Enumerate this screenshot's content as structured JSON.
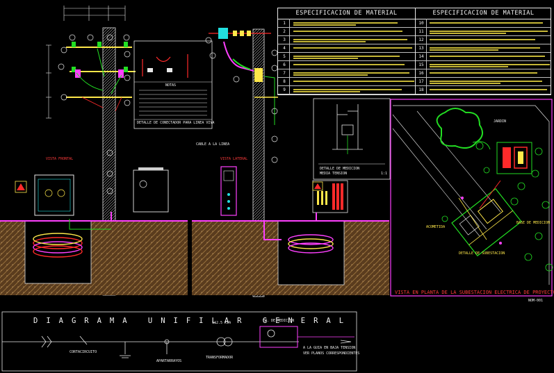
{
  "spec_table": {
    "header_left": "ESPECIFICACION DE MATERIAL",
    "header_right": "ESPECIFICACION DE MATERIAL",
    "left_numbers": [
      "1",
      "2",
      "3",
      "4",
      "5",
      "6",
      "7",
      "8",
      "9"
    ],
    "right_numbers": [
      "10",
      "11",
      "12",
      "13",
      "14",
      "15",
      "16",
      "17",
      "18"
    ]
  },
  "labels": {
    "detalle_conector": "DETALLE DE CONECTADOR PARA LINEA VIVA",
    "notas": "NOTAS",
    "vista_frontal": "VISTA FRONTAL",
    "vista_lateral": "VISTA LATERAL",
    "cable_a_linea": "CABLE A LA LINEA",
    "jardin": "JARDIN",
    "acometida": "ACOMETIDA",
    "base_medicion": "BASE DE MEDICION",
    "detalle_sub": "DETALLE DE SUBESTACION",
    "detalle_box_caption_1": "DETALLE DE MEDICION",
    "detalle_box_caption_2": "MEDIA TENSION",
    "escala": "1:1",
    "plan_title": "VISTA EN PLANTA DE LA SUBESTACION ELECTRICA DE PROYECTO",
    "plan_code": "NOM-001"
  },
  "diagram": {
    "title": "DIAGRAMA UNIFILAR GENERAL",
    "kva": "112.5 KVA",
    "medicion_label": "EQ. DE MEDICION",
    "caption_1": "A LA GUIA EN BAJA TENSION",
    "caption_2": "VER PLANOS CORRESPONDIENTES",
    "transformer_note": "TRANSFORMADOR",
    "apartarrayos": "APARTARRAYOS",
    "cuchilla": "CORTACIRCUITO"
  },
  "colors": {
    "background": "#000000",
    "line_white": "#e8e8e8",
    "cad_yellow": "#ffe84a",
    "cad_green": "#22dd22",
    "cad_red": "#ff2a2a",
    "cad_magenta": "#ff40ff",
    "cad_cyan": "#22e0e0",
    "ground_brown": "#7a5530"
  }
}
